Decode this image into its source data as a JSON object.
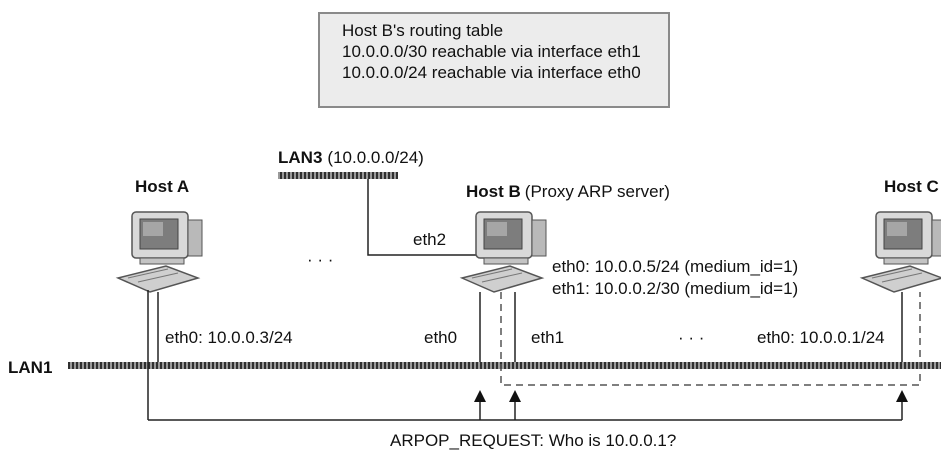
{
  "routing_table": {
    "title": "Host B's routing table",
    "entries": [
      "10.0.0.0/30 reachable via interface eth1",
      "10.0.0.0/24 reachable via interface eth0"
    ]
  },
  "lan3": {
    "name": "LAN3",
    "subnet": "(10.0.0.0/24)"
  },
  "lan1": {
    "name": "LAN1"
  },
  "host_a": {
    "name": "Host A",
    "iface": "eth0: 10.0.0.3/24"
  },
  "host_b": {
    "name": "Host B",
    "role": "(Proxy ARP server)",
    "eth2": "eth2",
    "eth0_cfg": "eth0: 10.0.0.5/24 (medium_id=1)",
    "eth1_cfg": "eth1: 10.0.0.2/30 (medium_id=1)",
    "eth0": "eth0",
    "eth1": "eth1"
  },
  "host_c": {
    "name": "Host C",
    "iface": "eth0: 10.0.0.1/24"
  },
  "ellipsis": "· · ·",
  "arp_request": "ARPOP_REQUEST: Who is 10.0.0.1?",
  "colors": {
    "cable": "#222222",
    "box_fill": "#ececec",
    "box_border": "#8a8a8a",
    "computer": "#cfcfcf"
  }
}
